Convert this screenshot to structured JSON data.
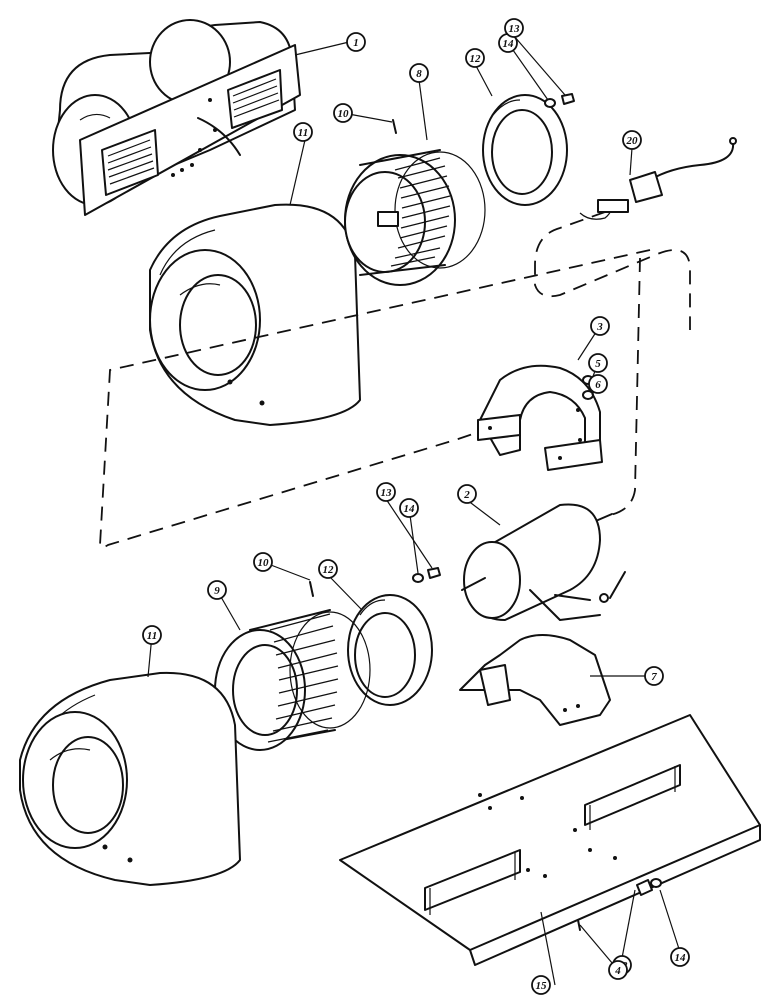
{
  "diagram": {
    "callouts": [
      {
        "id": "c1",
        "text": "1"
      },
      {
        "id": "c11a",
        "text": "11"
      },
      {
        "id": "c10a",
        "text": "10"
      },
      {
        "id": "c8",
        "text": "8"
      },
      {
        "id": "c12a",
        "text": "12"
      },
      {
        "id": "c14a",
        "text": "14"
      },
      {
        "id": "c13a",
        "text": "13"
      },
      {
        "id": "c20",
        "text": "20"
      },
      {
        "id": "c3",
        "text": "3"
      },
      {
        "id": "c5",
        "text": "5"
      },
      {
        "id": "c6",
        "text": "6"
      },
      {
        "id": "c2",
        "text": "2"
      },
      {
        "id": "c13b",
        "text": "13"
      },
      {
        "id": "c14b",
        "text": "14"
      },
      {
        "id": "c12b",
        "text": "12"
      },
      {
        "id": "c10b",
        "text": "10"
      },
      {
        "id": "c9",
        "text": "9"
      },
      {
        "id": "c11b",
        "text": "11"
      },
      {
        "id": "c7",
        "text": "7"
      },
      {
        "id": "c13c",
        "text": "13"
      },
      {
        "id": "c14c",
        "text": "14"
      },
      {
        "id": "c4",
        "text": "4"
      },
      {
        "id": "c15",
        "text": "15"
      }
    ]
  }
}
